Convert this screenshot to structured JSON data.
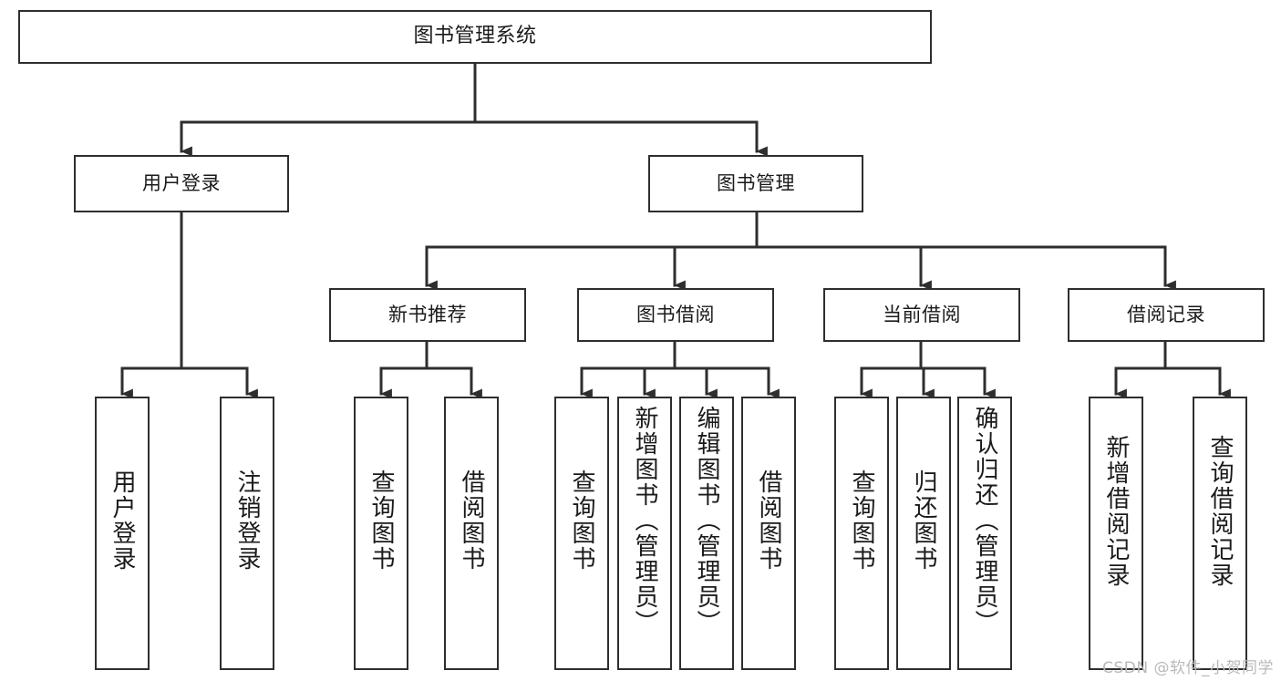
{
  "diagram": {
    "title": "图书管理系统",
    "type": "tree-hierarchy",
    "root": {
      "id": "root",
      "label": "图书管理系统"
    },
    "level2": [
      {
        "id": "user-login",
        "label": "用户登录"
      },
      {
        "id": "book-manage",
        "label": "图书管理"
      }
    ],
    "level3": [
      {
        "id": "new-book-recommend",
        "label": "新书推荐",
        "parent": "book-manage"
      },
      {
        "id": "book-borrow",
        "label": "图书借阅",
        "parent": "book-manage"
      },
      {
        "id": "current-borrow",
        "label": "当前借阅",
        "parent": "book-manage"
      },
      {
        "id": "borrow-record",
        "label": "借阅记录",
        "parent": "book-manage"
      }
    ],
    "leaves": [
      {
        "id": "leaf-user-login",
        "label": "用户登录",
        "parent": "user-login"
      },
      {
        "id": "leaf-logout-login",
        "label": "注销登录",
        "parent": "user-login"
      },
      {
        "id": "leaf-query-book-1",
        "label": "查询图书",
        "parent": "new-book-recommend"
      },
      {
        "id": "leaf-borrow-book-1",
        "label": "借阅图书",
        "parent": "new-book-recommend"
      },
      {
        "id": "leaf-query-book-2",
        "label": "查询图书",
        "parent": "book-borrow"
      },
      {
        "id": "leaf-add-book",
        "label": "新增图书（管理员）",
        "parent": "book-borrow"
      },
      {
        "id": "leaf-edit-book",
        "label": "编辑图书（管理员）",
        "parent": "book-borrow"
      },
      {
        "id": "leaf-borrow-book-2",
        "label": "借阅图书",
        "parent": "book-borrow"
      },
      {
        "id": "leaf-query-book-3",
        "label": "查询图书",
        "parent": "current-borrow"
      },
      {
        "id": "leaf-return-book",
        "label": "归还图书",
        "parent": "current-borrow"
      },
      {
        "id": "leaf-confirm-return",
        "label": "确认归还（管理员）",
        "parent": "current-borrow"
      },
      {
        "id": "leaf-add-record",
        "label": "新增借阅记录",
        "parent": "borrow-record"
      },
      {
        "id": "leaf-query-record",
        "label": "查询借阅记录",
        "parent": "borrow-record"
      }
    ],
    "colors": {
      "stroke": "#2e2e2e",
      "fill": "#ffffff",
      "text": "#1a1a1a",
      "watermark": "#b9b9b9"
    }
  },
  "watermark": {
    "text": "CSDN @软件_小贺同学"
  }
}
